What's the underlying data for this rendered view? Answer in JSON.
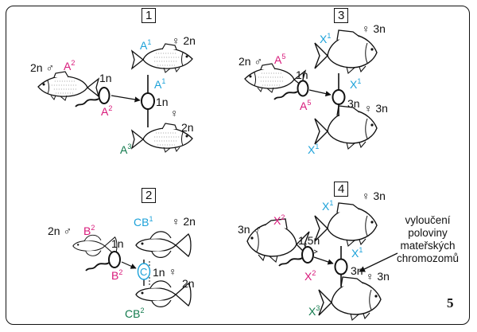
{
  "panels": [
    {
      "num": "1",
      "top": {
        "allele": "A",
        "sup": "1",
        "sex": "♀",
        "ploidy": "2n"
      },
      "male": {
        "ploidy": "2n",
        "sex": "♂",
        "allele": "A",
        "sup": "2"
      },
      "sperm": {
        "ploidy": "1n",
        "allele": "A",
        "sup": "2"
      },
      "egg": {
        "allele": "A",
        "sup": "1",
        "ploidy": "1n",
        "sex": "♀"
      },
      "bottom": {
        "ploidy": "2n",
        "allele": "A",
        "sup": "3"
      }
    },
    {
      "num": "2",
      "top": {
        "allele": "CB",
        "sup": "1",
        "sex": "♀",
        "ploidy": "2n"
      },
      "male": {
        "ploidy": "2n",
        "sex": "♂",
        "allele": "B",
        "sup": "2"
      },
      "sperm": {
        "ploidy": "1n",
        "allele": "B",
        "sup": "2"
      },
      "egg": {
        "letter": "C",
        "ploidy": "1n",
        "sex": "♀"
      },
      "bottom": {
        "ploidy": "2n",
        "allele": "CB",
        "sup": "2"
      }
    },
    {
      "num": "3",
      "top": {
        "allele": "X",
        "sup": "1",
        "sex": "♀",
        "ploidy": "3n"
      },
      "male": {
        "ploidy": "2n",
        "sex": "♂",
        "allele": "A",
        "sup": "5"
      },
      "sperm": {
        "ploidy": "1n",
        "allele": "A",
        "sup": "5"
      },
      "egg": {
        "allele": "X",
        "sup": "1",
        "ploidy": "3n",
        "sex": "♀"
      },
      "bottom": {
        "allele": "X",
        "sup": "1"
      }
    },
    {
      "num": "4",
      "top": {
        "allele": "X",
        "sup": "1",
        "sex": "♀",
        "ploidy": "3n"
      },
      "male": {
        "ploidy": "3n",
        "sex": "♂",
        "allele": "X",
        "sup": "2"
      },
      "sperm": {
        "ploidy": "1,5n",
        "allele": "X",
        "sup": "2"
      },
      "egg": {
        "allele": "X",
        "sup": "1",
        "ploidy": "3n",
        "sex": "♀"
      },
      "bottom": {
        "allele": "X",
        "sup": "3"
      }
    }
  ],
  "note": [
    "vyloučení",
    "poloviny",
    "mateřských",
    "chromozomů"
  ],
  "page_number": "5",
  "colors": {
    "paternal": "#d8187a",
    "maternal": "#1ba1d9",
    "offspring": "#127a4d"
  }
}
